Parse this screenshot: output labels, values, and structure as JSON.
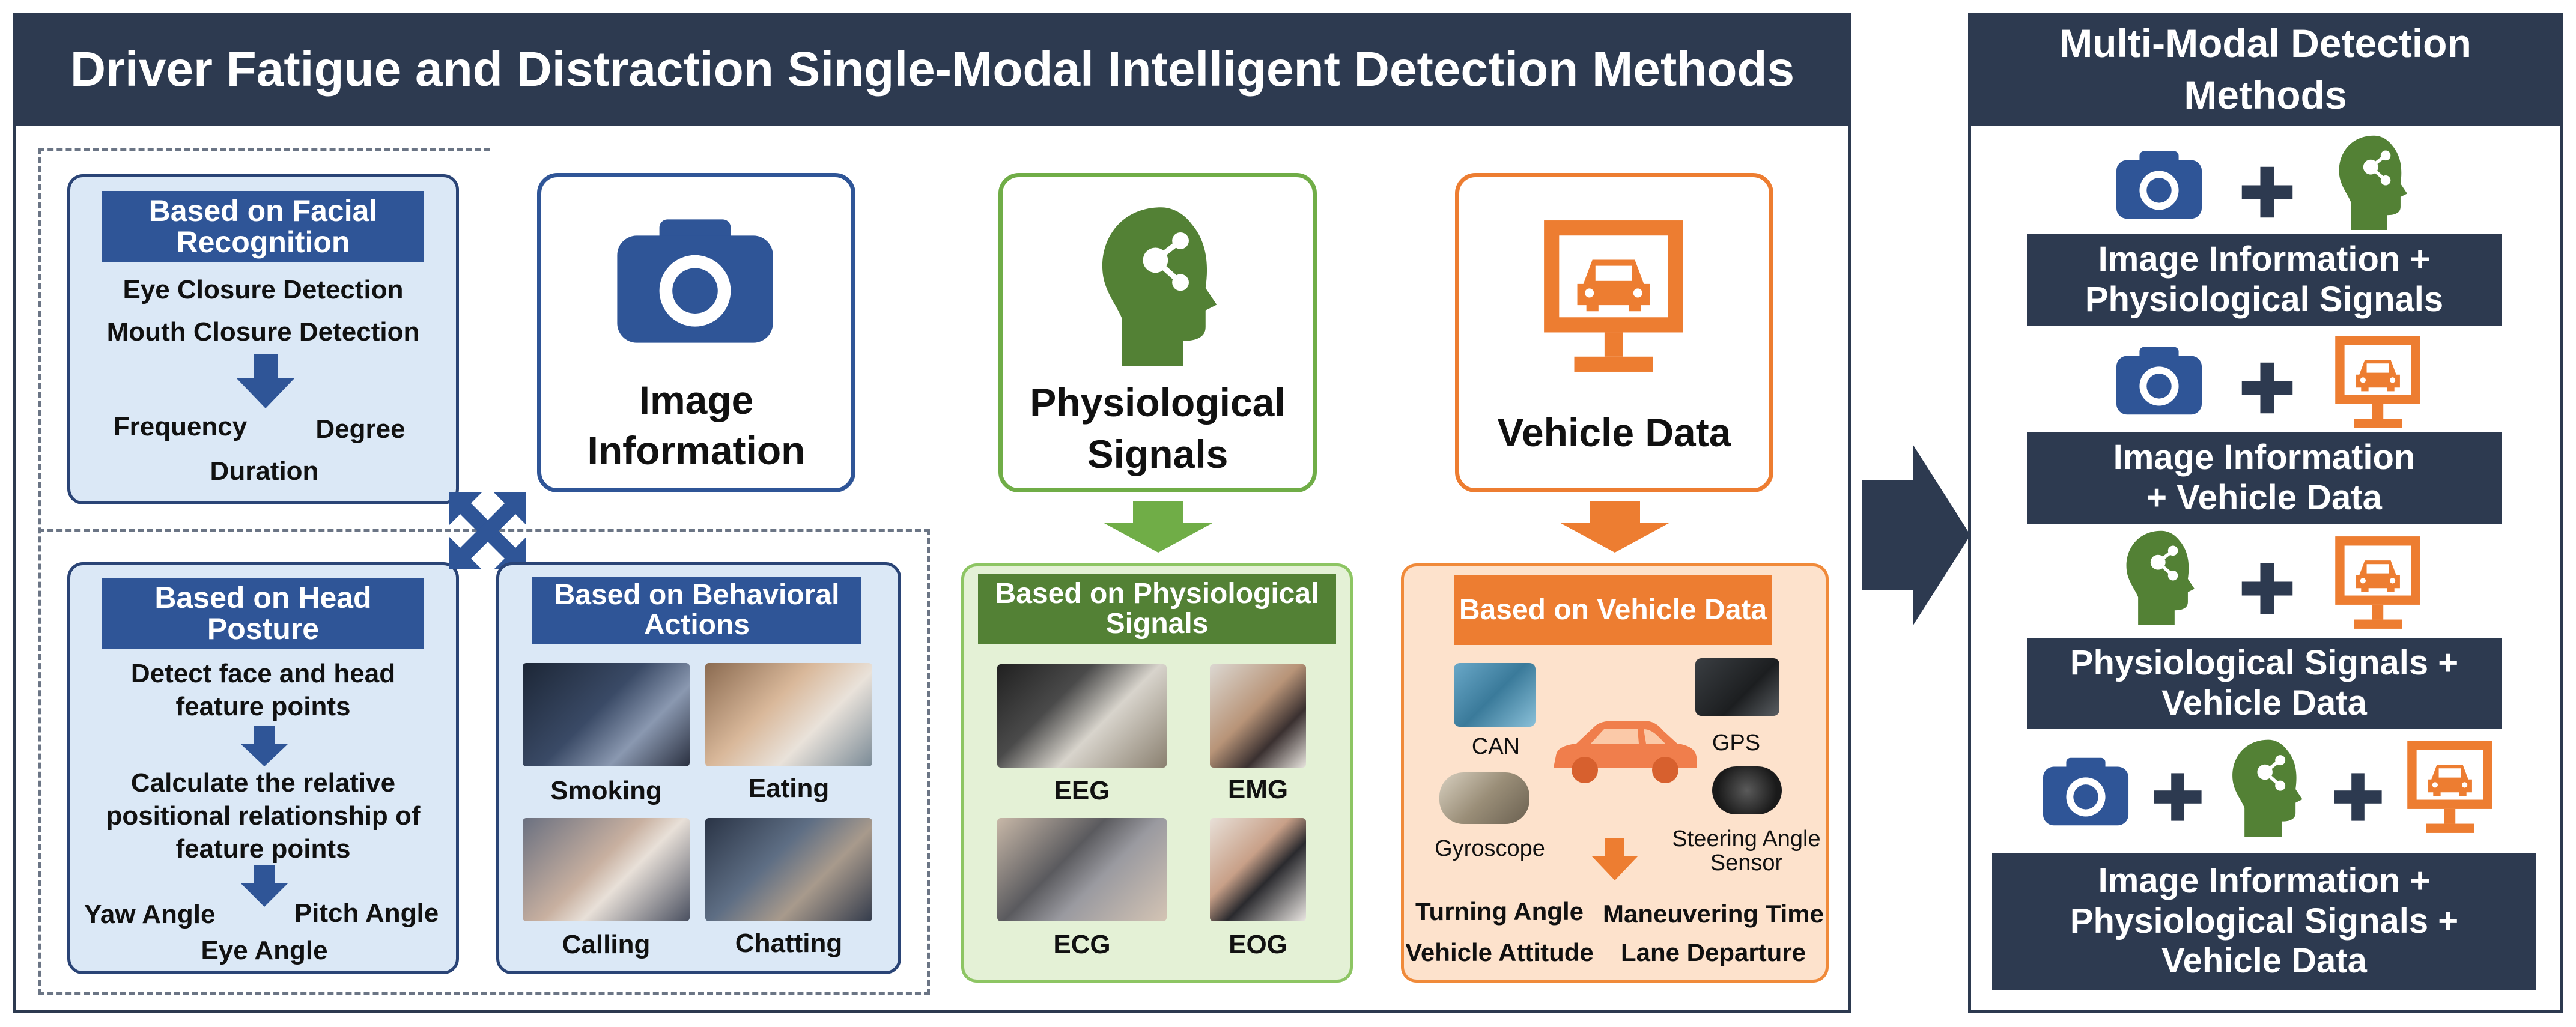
{
  "left_panel": {
    "title": "Driver Fatigue and Distraction Single-Modal Intelligent Detection Methods",
    "facial": {
      "label": "Based on Facial Recognition",
      "line1": "Eye Closure Detection",
      "line2": "Mouth Closure Detection",
      "frequency": "Frequency",
      "degree": "Degree",
      "duration": "Duration"
    },
    "head": {
      "label": "Based on Head Posture",
      "step1": "Detect face and head feature points",
      "step2": "Calculate the relative positional relationship of feature points",
      "yaw": "Yaw Angle",
      "pitch": "Pitch Angle",
      "eye": "Eye Angle"
    },
    "behavior": {
      "label": "Based on Behavioral Actions",
      "items": [
        "Smoking",
        "Eating",
        "Calling",
        "Chatting"
      ]
    },
    "image_card": {
      "line1": "Image",
      "line2": "Information",
      "icon": "camera-icon"
    },
    "physio_card": {
      "line1": "Physiological",
      "line2": "Signals",
      "icon": "head-icon"
    },
    "vehicle_card": {
      "line1": "Vehicle Data",
      "icon": "monitor-car-icon"
    },
    "physio": {
      "label": "Based on Physiological Signals",
      "items": [
        "EEG",
        "EMG",
        "ECG",
        "EOG"
      ]
    },
    "vehicle": {
      "label": "Based on Vehicle Data",
      "can": "CAN",
      "gps": "GPS",
      "gyroscope": "Gyroscope",
      "steering": "Steering Angle Sensor",
      "turning": "Turning Angle",
      "maneuvering": "Maneuvering Time",
      "attitude": "Vehicle Attitude",
      "lane": "Lane Departure"
    }
  },
  "right_panel": {
    "title": "Multi-Modal Detection Methods",
    "combos": [
      "Image Information + Physiological Signals",
      "Image Information + Vehicle Data",
      "Physiological Signals + Vehicle Data",
      "Image Information + Physiological Signals + Vehicle Data"
    ],
    "plus": "+"
  },
  "colors": {
    "navy": "#2d3a50",
    "blue": "#2f5597",
    "green": "#538135",
    "lime": "#70ad47",
    "orange": "#ed7d31",
    "light_blue": "#dbe8f6",
    "light_green": "#e4f1d6",
    "light_orange": "#fde2cc"
  }
}
